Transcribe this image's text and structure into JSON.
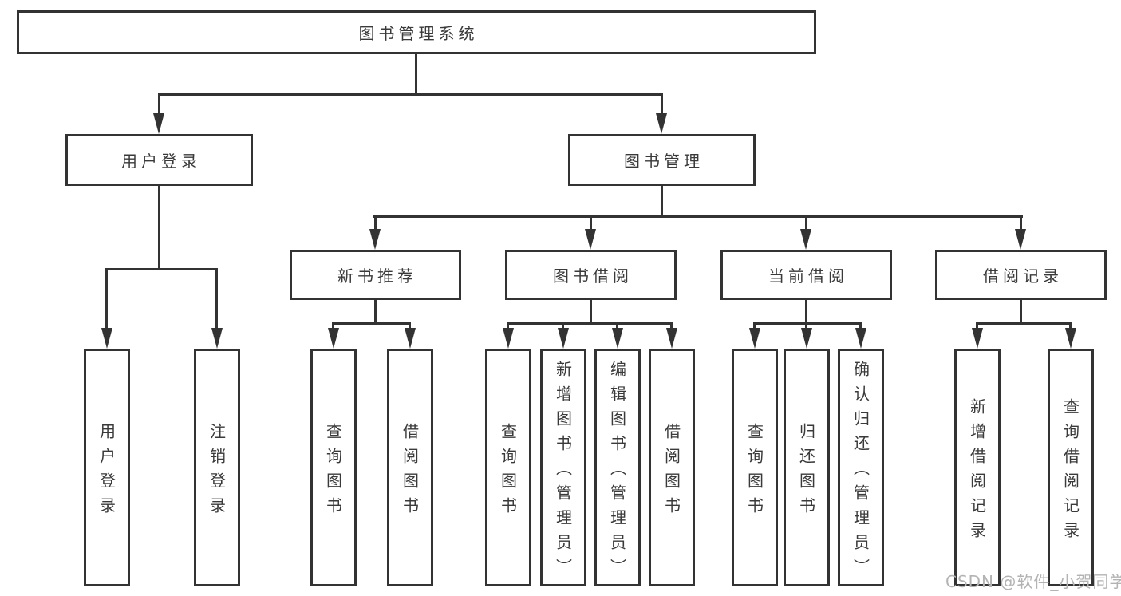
{
  "diagram_type": "tree",
  "colors": {
    "line": "#333333",
    "text": "#3a3a3a",
    "background": "#ffffff",
    "watermark": "#b3b3b3"
  },
  "watermark": {
    "text": "CSDN @软件_小贺同学"
  },
  "tree": {
    "root": {
      "label": "图书管理系统",
      "children": [
        {
          "label": "用户登录",
          "children": [
            {
              "label": "用户登录"
            },
            {
              "label": "注销登录"
            }
          ]
        },
        {
          "label": "图书管理",
          "children": [
            {
              "label": "新书推荐",
              "children": [
                {
                  "label": "查询图书"
                },
                {
                  "label": "借阅图书"
                }
              ]
            },
            {
              "label": "图书借阅",
              "children": [
                {
                  "label": "查询图书"
                },
                {
                  "label": "新增图书（管理员）"
                },
                {
                  "label": "编辑图书（管理员）"
                },
                {
                  "label": "借阅图书"
                }
              ]
            },
            {
              "label": "当前借阅",
              "children": [
                {
                  "label": "查询图书"
                },
                {
                  "label": "归还图书"
                },
                {
                  "label": "确认归还（管理员）"
                }
              ]
            },
            {
              "label": "借阅记录",
              "children": [
                {
                  "label": "新增借阅记录"
                },
                {
                  "label": "查询借阅记录"
                }
              ]
            }
          ]
        }
      ]
    }
  }
}
